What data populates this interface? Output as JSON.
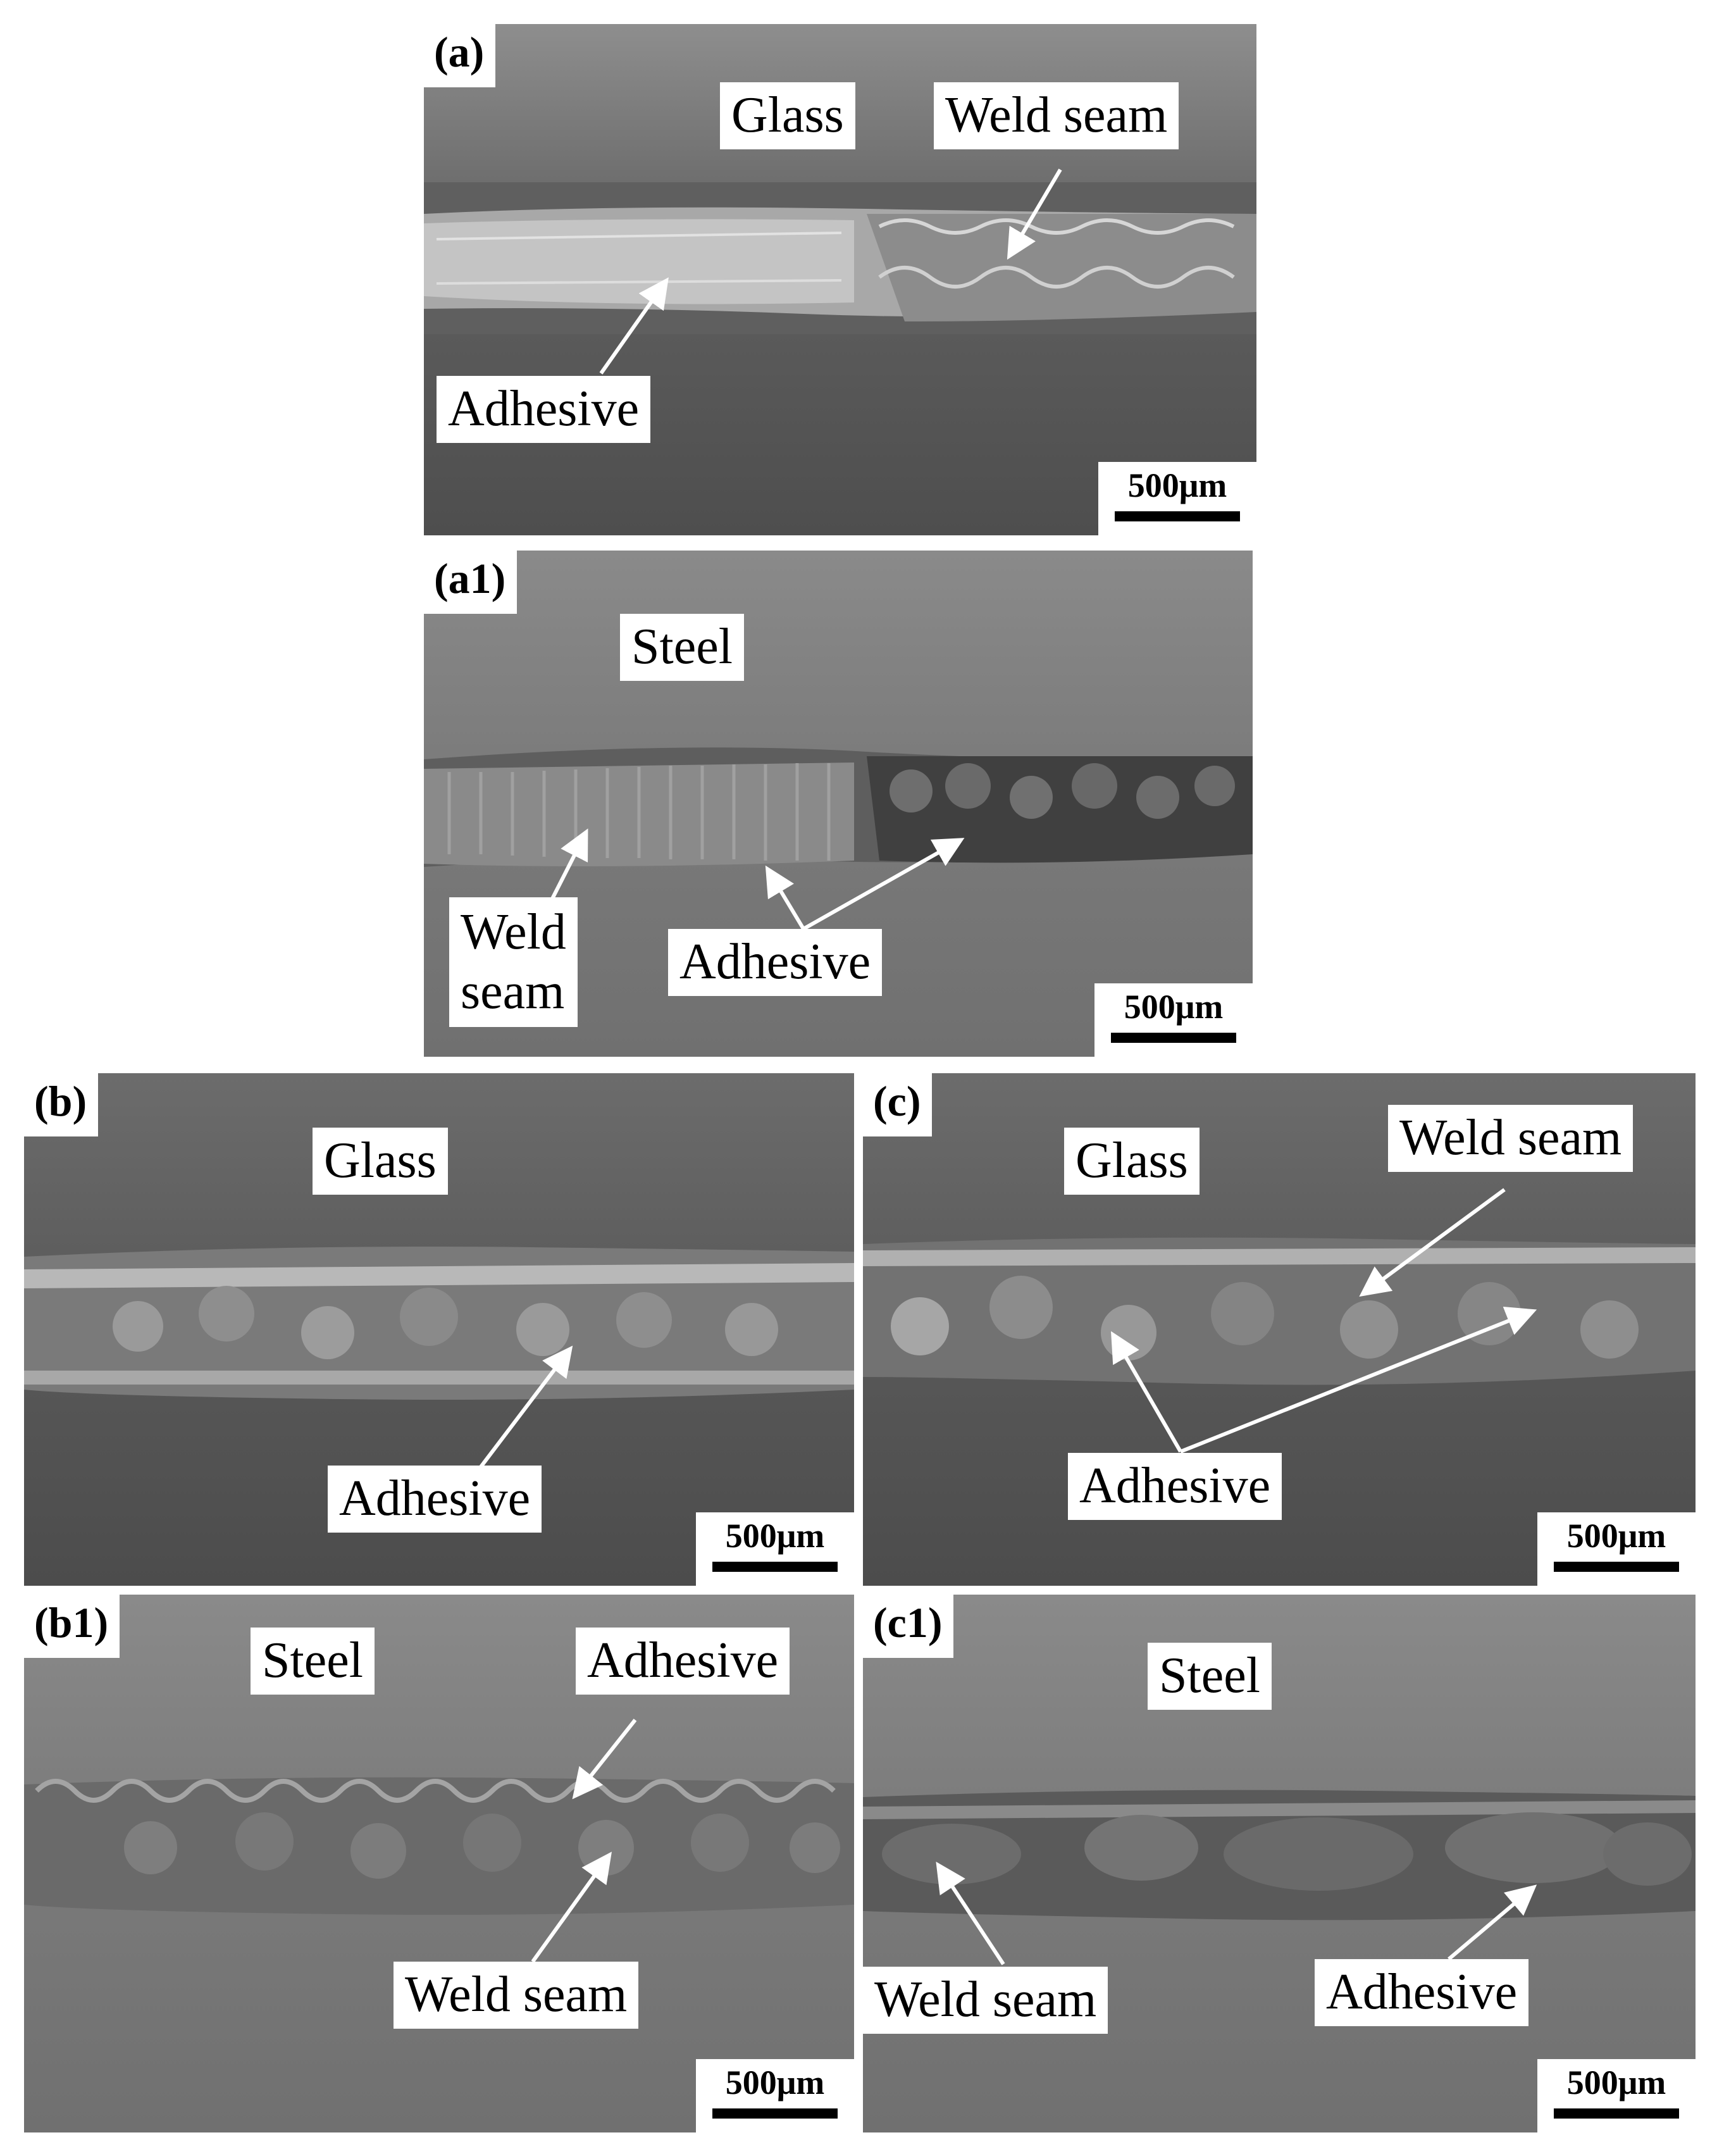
{
  "panels": {
    "a": {
      "tag": "(a)",
      "labels": {
        "glass": "Glass",
        "weld_seam": "Weld seam",
        "adhesive": "Adhesive"
      },
      "scale": "500μm"
    },
    "a1": {
      "tag": "(a1)",
      "labels": {
        "steel": "Steel",
        "weld_seam": "Weld\nseam",
        "adhesive": "Adhesive"
      },
      "scale": "500μm"
    },
    "b": {
      "tag": "(b)",
      "labels": {
        "glass": "Glass",
        "adhesive": "Adhesive"
      },
      "scale": "500μm"
    },
    "c": {
      "tag": "(c)",
      "labels": {
        "glass": "Glass",
        "weld_seam": "Weld seam",
        "adhesive": "Adhesive"
      },
      "scale": "500μm"
    },
    "b1": {
      "tag": "(b1)",
      "labels": {
        "steel": "Steel",
        "adhesive": "Adhesive",
        "weld_seam": "Weld seam"
      },
      "scale": "500μm"
    },
    "c1": {
      "tag": "(c1)",
      "labels": {
        "steel": "Steel",
        "weld_seam": "Weld seam",
        "adhesive": "Adhesive"
      },
      "scale": "500μm"
    }
  }
}
